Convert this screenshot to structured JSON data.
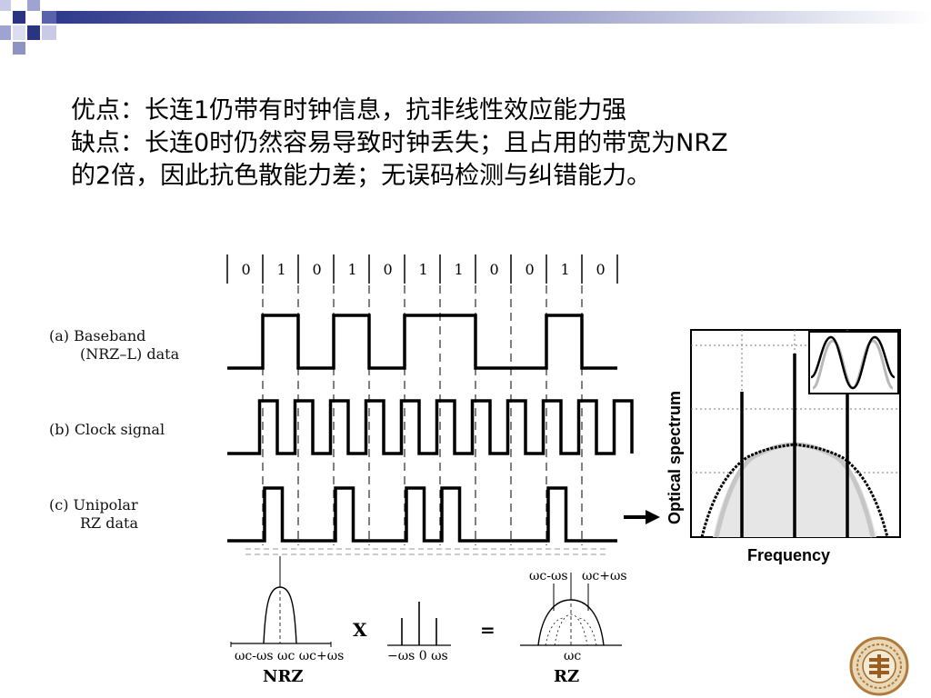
{
  "slide": {
    "lines": [
      "优点：长连1仍带有时钟信息，抗非线性效应能力强",
      "缺点：长连0时仍然容易导致时钟丢失；且占用的带宽为NRZ",
      "的2倍，因此抗色散能力差；无误码检测与纠错能力。"
    ]
  },
  "figure": {
    "bits": [
      "0",
      "1",
      "0",
      "1",
      "0",
      "1",
      "1",
      "0",
      "0",
      "1",
      "0"
    ],
    "label_a_1": "(a)  Baseband",
    "label_a_2": "(NRZ–L) data",
    "label_b": "(b)  Clock signal",
    "label_c_1": "(c)  Unipolar",
    "label_c_2": "RZ data"
  },
  "spectrum": {
    "ylabel": "Optical spectrum",
    "xlabel": "Frequency"
  },
  "bottom": {
    "nrz_axis": "ωc-ωs ωc ωc+ωs",
    "nrz_label": "NRZ",
    "times": "X",
    "clock_axis": "−ωs 0 ωs",
    "equals": "=",
    "rz_top_left": "ωc-ωs",
    "rz_top_right": "ωc+ωs",
    "rz_axis": "ωc",
    "rz_label": "RZ"
  }
}
